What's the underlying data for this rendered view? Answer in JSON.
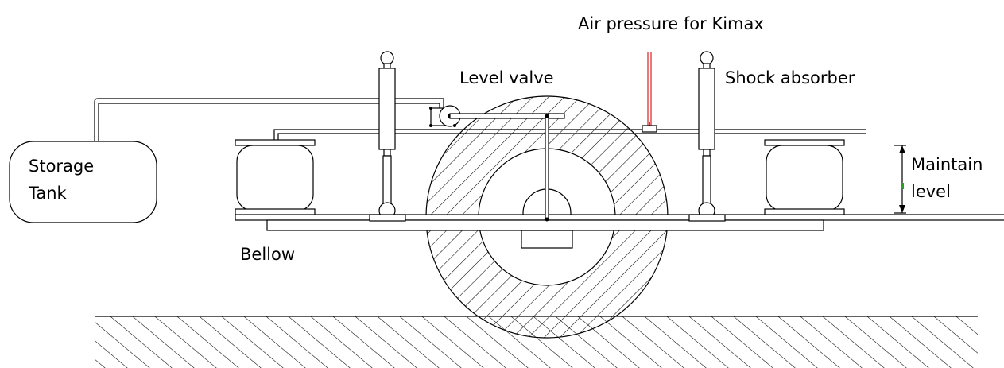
{
  "labels": {
    "air_pressure": "Air pressure for Kimax",
    "level_valve": "Level valve",
    "shock_absorber": "Shock absorber",
    "storage_tank_line1": "Storage",
    "storage_tank_line2": "Tank",
    "maintain_line1": "Maintain",
    "maintain_line2": "level",
    "bellow": "Bellow"
  },
  "colors": {
    "line": "#000000",
    "air_line": "#e03030",
    "level_marker": "#2aa02a",
    "background": "#ffffff"
  }
}
